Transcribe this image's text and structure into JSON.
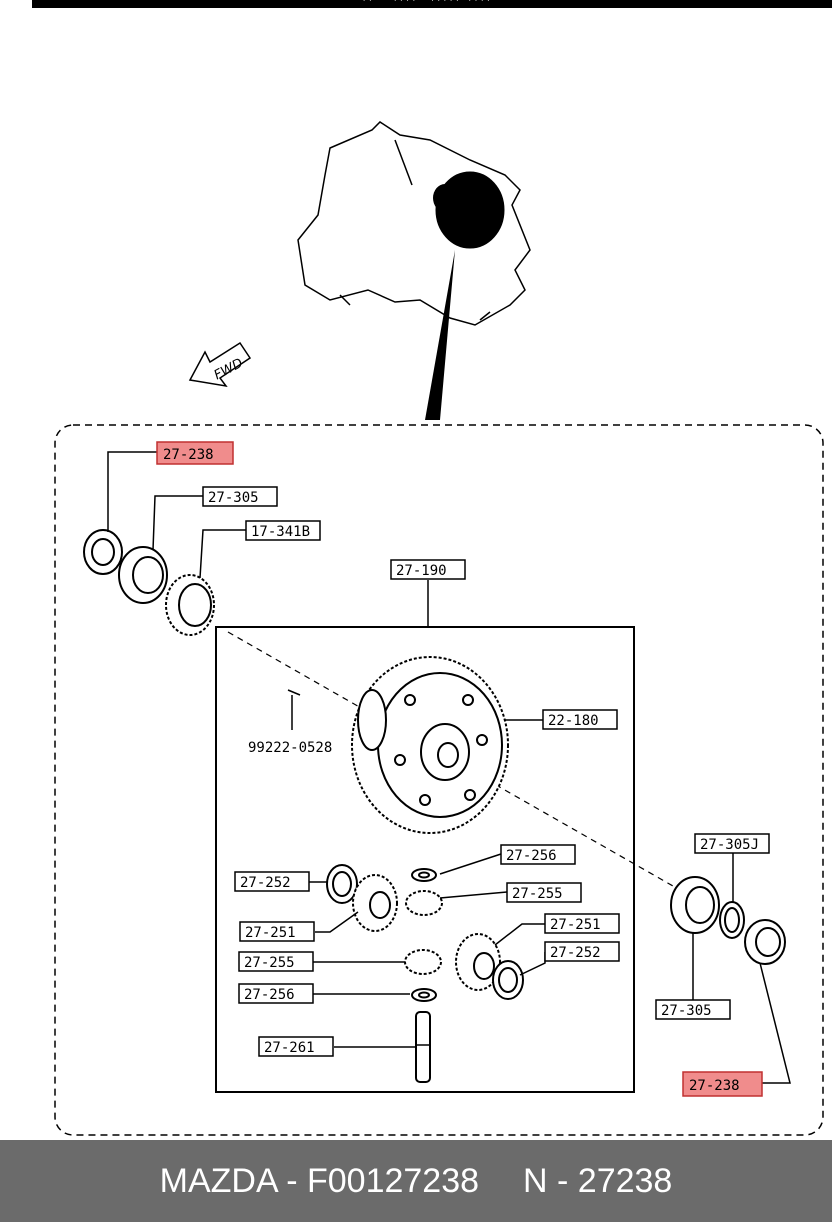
{
  "header": {
    "partial_text": "..   ....  ..... ...."
  },
  "diagram": {
    "fwd_label": "FWD",
    "callouts": {
      "upper_left_bearing": "27-238",
      "upper_left_race": "27-305",
      "upper_left_gear": "17-341B",
      "case_assembly": "27-190",
      "ring_gear": "22-180",
      "pin_number": "99222-0528",
      "thrust_washer_top": "27-256",
      "pinion_top": "27-255",
      "washer_left": "27-252",
      "side_gear_left": "27-251",
      "pinion_left": "27-255",
      "thrust_washer_left": "27-256",
      "pinion_shaft": "27-261",
      "side_gear_right": "27-251",
      "washer_right": "27-252",
      "right_shim": "27-305J",
      "right_race": "27-305",
      "right_bearing": "27-238"
    },
    "highlight_color": "#f08c8c"
  },
  "footer": {
    "brand_part": "MAZDA - F00127238",
    "ref": "N - 27238"
  }
}
